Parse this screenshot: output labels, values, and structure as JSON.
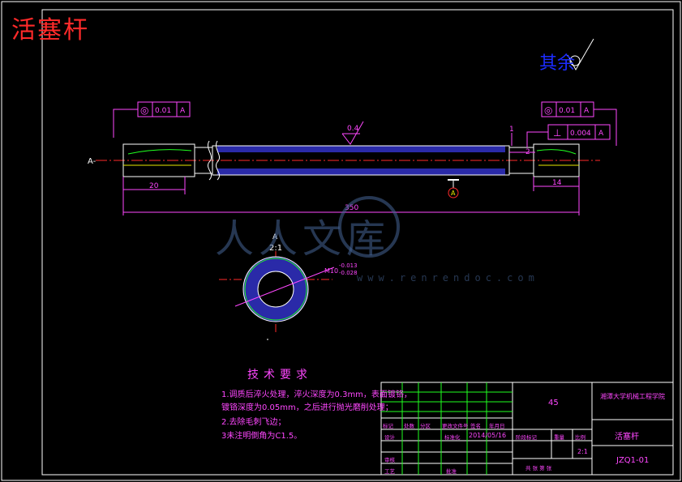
{
  "title": "活塞杆",
  "roughness_other": "其余",
  "view": {
    "section_label_left": "A-",
    "section_marker": "A",
    "section_scale": "2:1",
    "section_letter": "A"
  },
  "gdt": {
    "left_frame": {
      "symbol": "◎",
      "value": "0.01",
      "datum": "A"
    },
    "right_frame": {
      "symbol": "◎",
      "value": "0.01",
      "datum": "A"
    },
    "perp_frame": {
      "symbol": "⊥",
      "value": "0.004",
      "datum": "A"
    }
  },
  "dims": {
    "roughness_mid": "0.4",
    "len_20": "20",
    "len_14": "14",
    "len_350": "350",
    "chamfer_1": "1",
    "chamfer_2": "2",
    "thread": "M10",
    "tol_upper": "-0.013",
    "tol_lower": "-0.028"
  },
  "tech": {
    "heading": "技术要求",
    "lines": [
      "1.调质后淬火处理，淬火深度为0.3mm，表面镀铬，",
      "镀铬深度为0.05mm，之后进行抛光磨削处理；",
      "2.去除毛刺飞边；",
      "3未注明倒角为C1.5。"
    ]
  },
  "titleblock": {
    "material": "45",
    "school": "湘潭大学机械工程学院",
    "part_name": "活塞杆",
    "drawing_no": "JZQ1-01",
    "scale": "2:1",
    "date": "2014/05/16",
    "headers": [
      "标记",
      "处数",
      "分区",
      "更改文件号",
      "签名",
      "年月日"
    ],
    "row_design": "设计",
    "row_std": "标准化",
    "row_check": "审核",
    "row_process": "工艺",
    "row_approve": "批准",
    "stage_label": "阶段标记",
    "weight_label": "重量",
    "scale_label": "比例",
    "sheet_label": "共  张  第  张"
  },
  "watermark": {
    "main": "人人文库",
    "sub": "www.renrendoc.com"
  },
  "colors": {
    "frame": "#ffffff",
    "dimension": "#ff47ff",
    "outline": "#ffffff",
    "centerline": "#ff2a2a",
    "hidden": "#e8e800",
    "hatch": "#3d3dff",
    "thread": "#20ff20"
  }
}
